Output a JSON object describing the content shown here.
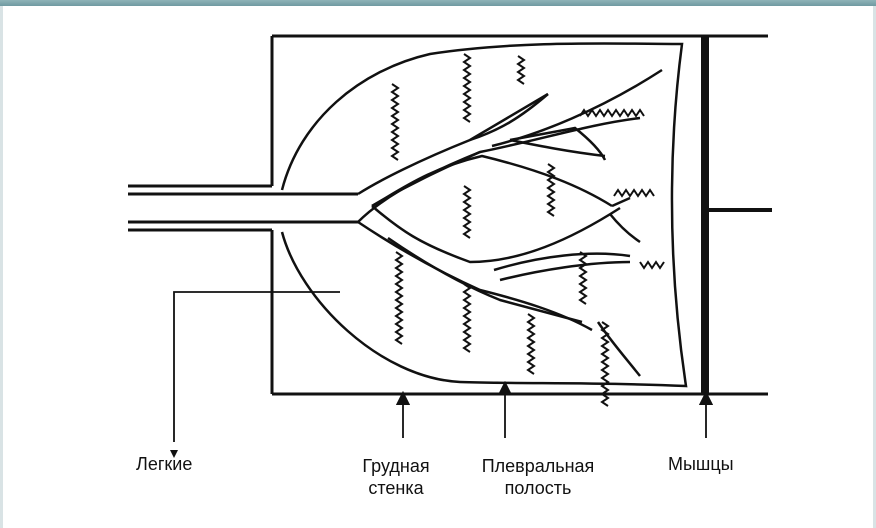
{
  "labels": {
    "lungs": "Легкие",
    "chest_wall_line1": "Грудная",
    "chest_wall_line2": "стенка",
    "pleural_line1": "Плевральная",
    "pleural_line2": "полость",
    "muscles": "Мышцы"
  },
  "colors": {
    "ink": "#111111",
    "top_bar": "#7fa6ad"
  }
}
